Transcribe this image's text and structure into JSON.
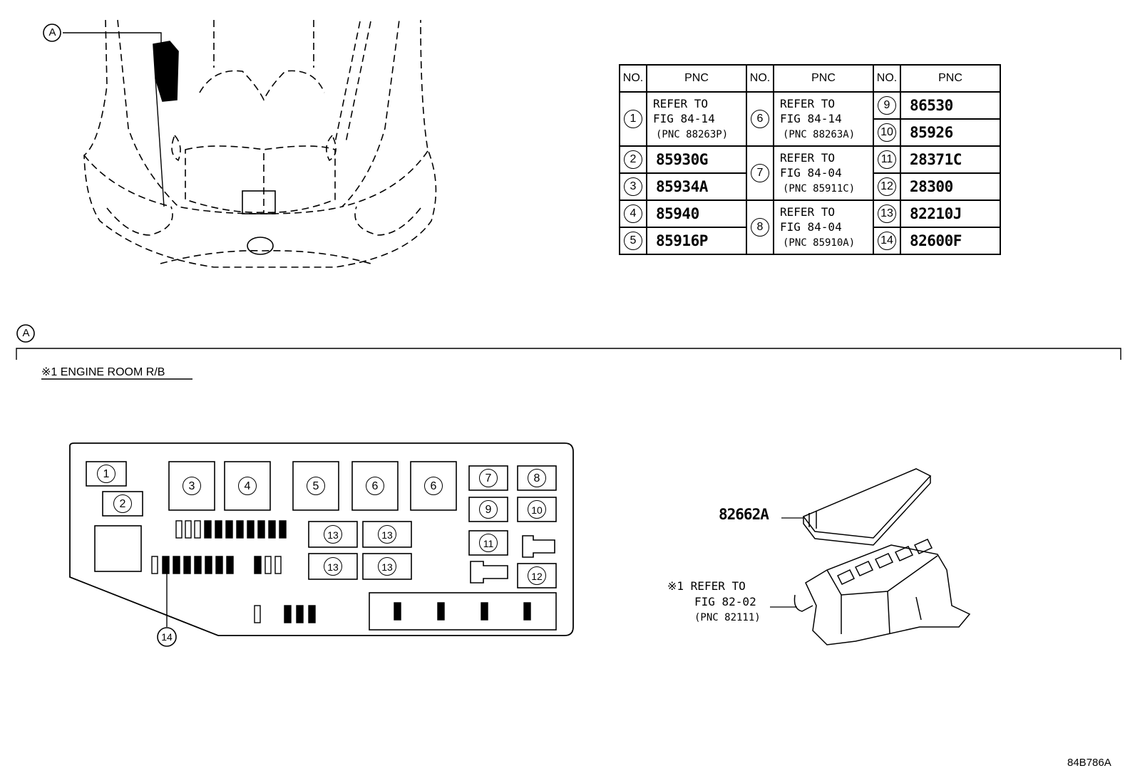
{
  "locator_label": "A",
  "section_label": "A",
  "caption": "※1 ENGINE ROOM R/B",
  "table": {
    "headers": [
      "NO.",
      "PNC",
      "NO.",
      "PNC",
      "NO.",
      "PNC"
    ],
    "items": [
      {
        "no": "1",
        "ref": [
          "REFER TO",
          "FIG 84-14",
          "(PNC 88263P)"
        ]
      },
      {
        "no": "2",
        "pnc": "85930G"
      },
      {
        "no": "3",
        "pnc": "85934A"
      },
      {
        "no": "4",
        "pnc": "85940"
      },
      {
        "no": "5",
        "pnc": "85916P"
      },
      {
        "no": "6",
        "ref": [
          "REFER TO",
          "FIG 84-14",
          "(PNC 88263A)"
        ]
      },
      {
        "no": "7",
        "ref": [
          "REFER TO",
          "FIG 84-04",
          "(PNC 85911C)"
        ]
      },
      {
        "no": "8",
        "ref": [
          "REFER TO",
          "FIG 84-04",
          "(PNC 85910A)"
        ]
      },
      {
        "no": "9",
        "pnc": "86530"
      },
      {
        "no": "10",
        "pnc": "85926"
      },
      {
        "no": "11",
        "pnc": "28371C"
      },
      {
        "no": "12",
        "pnc": "28300"
      },
      {
        "no": "13",
        "pnc": "82210J"
      },
      {
        "no": "14",
        "pnc": "82600F"
      }
    ]
  },
  "fuse_box_labels": [
    "1",
    "2",
    "3",
    "4",
    "5",
    "6",
    "6",
    "7",
    "8",
    "9",
    "10",
    "11",
    "12",
    "13",
    "13",
    "13",
    "13",
    "14"
  ],
  "cover_part": "82662A",
  "relay_block_ref": {
    "line1": "※1 REFER TO",
    "line2": "FIG 82-02",
    "line3": "(PNC 82111)"
  },
  "figure_id": "84B786A"
}
